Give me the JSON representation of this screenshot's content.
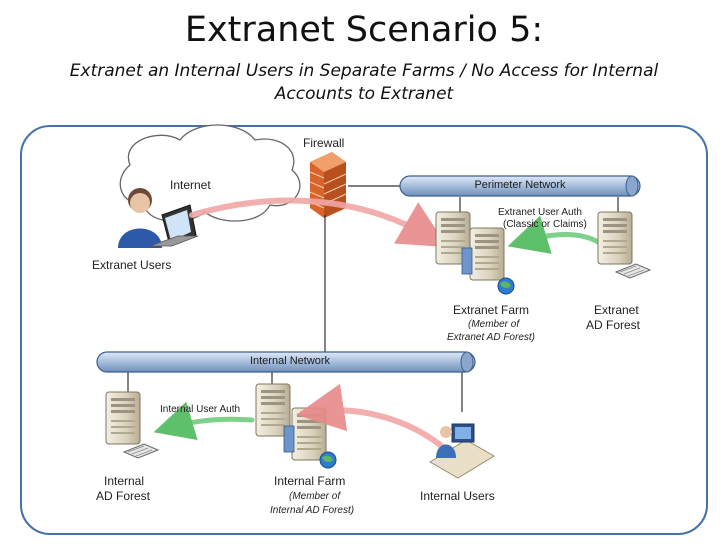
{
  "title": "Extranet Scenario 5:",
  "subtitle": {
    "line1": "Extranet an Internal Users in Separate Farms / No Access for Internal",
    "line2": "Accounts to Extranet"
  },
  "labels": {
    "internet": "Internet",
    "firewall": "Firewall",
    "perimeter_network": "Perimeter Network",
    "internal_network": "Internal Network",
    "extranet_users": "Extranet Users",
    "extranet_user_auth": "Extranet User Auth",
    "extranet_user_auth_sub": "(Classic or Claims)",
    "extranet_farm": "Extranet Farm",
    "extranet_farm_sub1": "(Member of",
    "extranet_farm_sub2": "Extranet AD Forest)",
    "extranet_ad_forest_1": "Extranet",
    "extranet_ad_forest_2": "AD Forest",
    "internal_user_auth": "Internal User Auth",
    "internal_ad_forest_1": "Internal",
    "internal_ad_forest_2": "AD Forest",
    "internal_farm": "Internal Farm",
    "internal_farm_sub1": "(Member of",
    "internal_farm_sub2": "Internal AD Forest)",
    "internal_users": "Internal Users"
  },
  "colors": {
    "frame_border": "#4472a8",
    "network_bar": "#9fb7d8",
    "flow_arrow_red": "#f0a0a0",
    "auth_arrow_green": "#7fd08a",
    "firewall": "#e07a3a"
  }
}
